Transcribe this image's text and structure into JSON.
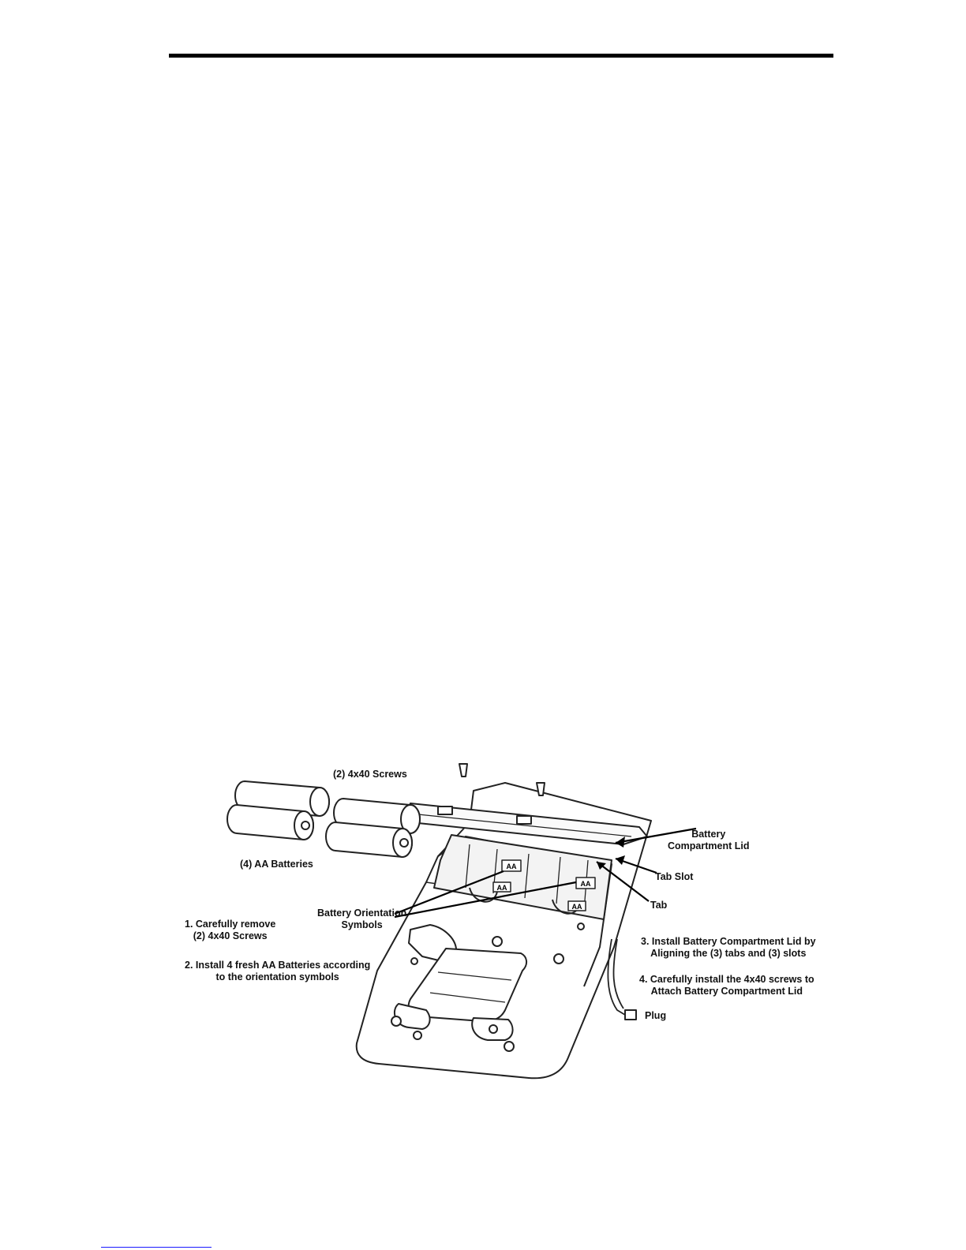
{
  "figure": {
    "labels": {
      "screws": "(2) 4x40 Screws",
      "batteries": "(4) AA Batteries",
      "lid": "Battery\nCompartment Lid",
      "tab_slot": "Tab Slot",
      "tab": "Tab",
      "orientation": "Battery Orientation\nSymbols",
      "plug": "Plug",
      "battery_mark": "AA"
    },
    "steps": [
      "1. Carefully remove\n(2) 4x40 Screws",
      "2. Install 4 fresh AA Batteries according\nto the orientation symbols",
      "3. Install Battery Compartment Lid by\nAligning the (3) tabs and (3) slots",
      "4. Carefully install the 4x40 screws to\nAttach Battery Compartment Lid"
    ]
  }
}
